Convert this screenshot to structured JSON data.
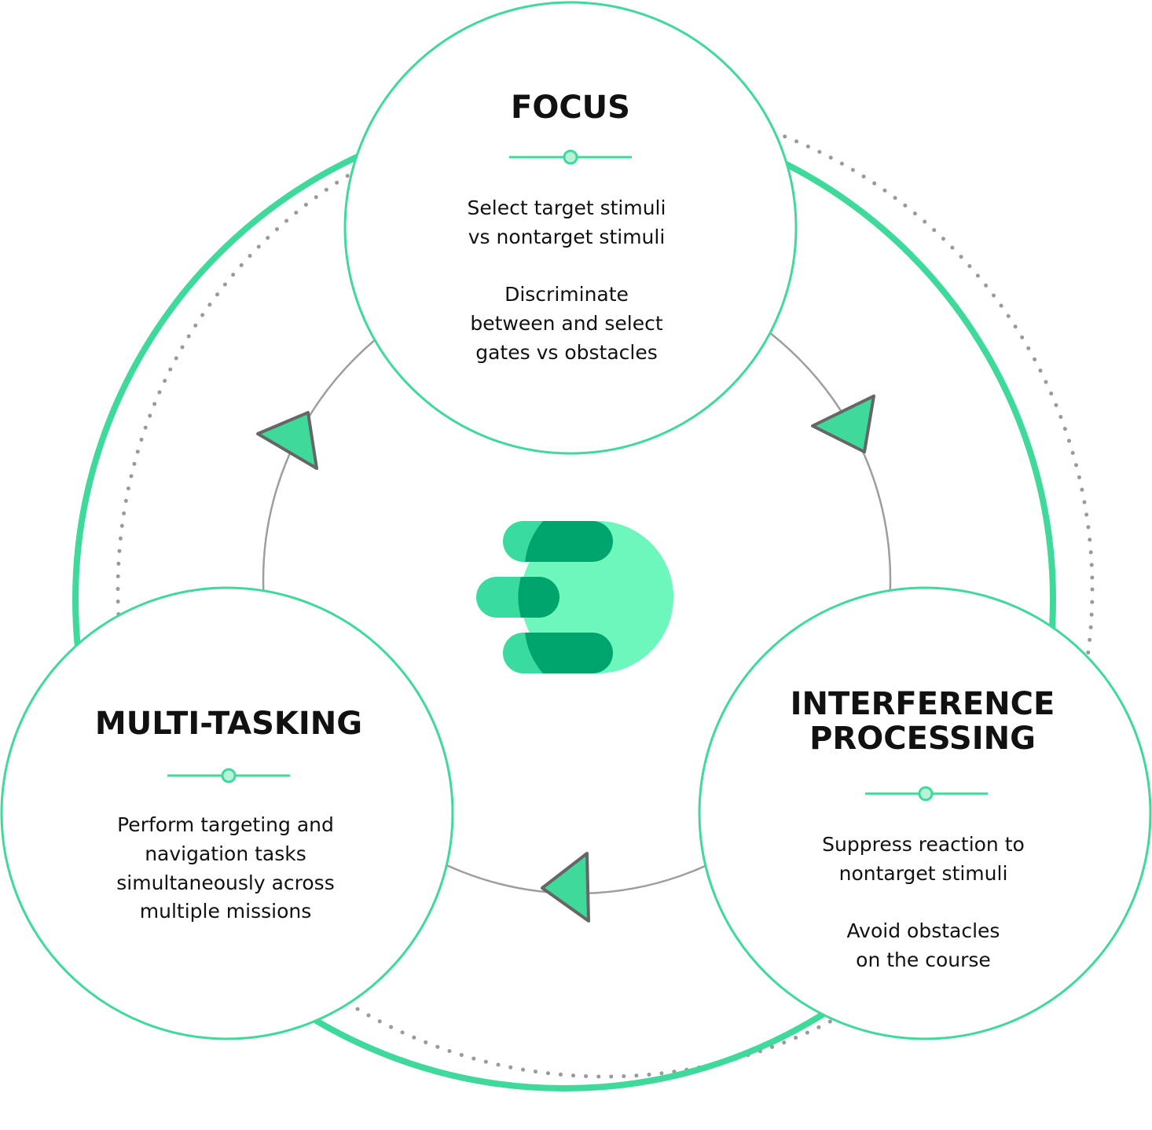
{
  "colors": {
    "accent": "#3FD99B",
    "accent_light": "#B8F2D8",
    "ring_gray": "#9E9E9E",
    "dots_gray": "#9A9A9A",
    "logo_dark": "#00A56D",
    "logo_mid": "#3ADBA0",
    "logo_light": "#6DF7BC"
  },
  "nodes": {
    "focus": {
      "title": "FOCUS",
      "lines_1": [
        "Select target stimuli",
        "vs nontarget stimuli"
      ],
      "lines_2": [
        "Discriminate",
        "between and select",
        "gates vs obstacles"
      ]
    },
    "multitasking": {
      "title": "MULTI-TASKING",
      "lines_1": [
        "Perform targeting and",
        "navigation tasks",
        "simultaneously across",
        "multiple missions"
      ]
    },
    "interference": {
      "title_1": "INTERFERENCE",
      "title_2": "PROCESSING",
      "lines_1": [
        "Suppress reaction to",
        "nontarget stimuli"
      ],
      "lines_2": [
        "Avoid obstacles",
        "on the course"
      ]
    }
  },
  "center_logo": {
    "icon": "brand-logo-icon"
  },
  "cycle_arrows": [
    "arrow-triangle-icon",
    "arrow-triangle-icon",
    "arrow-triangle-icon"
  ]
}
